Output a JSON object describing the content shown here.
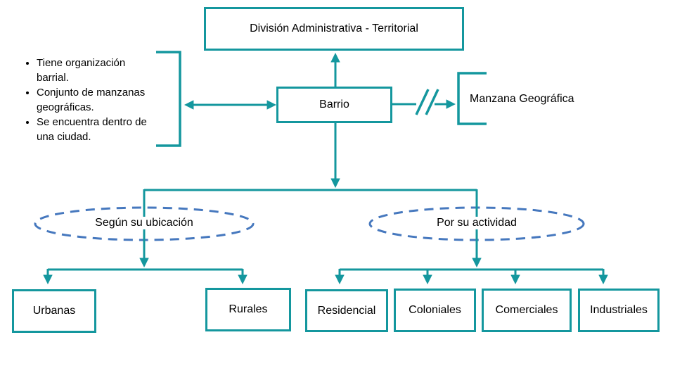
{
  "diagram": {
    "nodes": {
      "division": "División Administrativa - Territorial",
      "barrio": "Barrio",
      "manzana": "Manzana Geográfica",
      "ubicacion": "Según su ubicación",
      "actividad": "Por su actividad",
      "urbanas": "Urbanas",
      "rurales": "Rurales",
      "residencial": "Residencial",
      "coloniales": "Coloniales",
      "comerciales": "Comerciales",
      "industriales": "Industriales"
    },
    "barrio_notes": [
      "Tiene organización\nbarrial.",
      "Conjunto de manzanas\ngeográficas.",
      "Se encuentra dentro de\nuna ciudad."
    ],
    "colors": {
      "connector_teal": "#14979e",
      "category_ellipse_blue": "#4678be",
      "text": "#000000"
    }
  }
}
